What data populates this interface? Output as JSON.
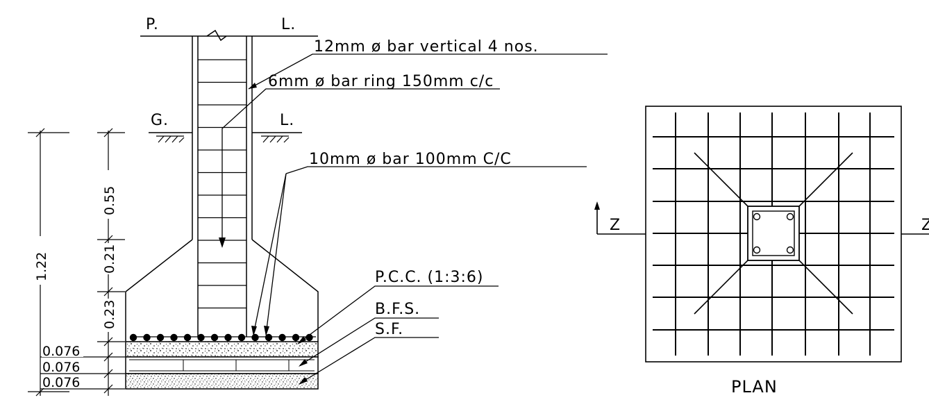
{
  "section": {
    "plinth_left": "P.",
    "plinth_right": "L.",
    "ground_left": "G.",
    "ground_right": "L."
  },
  "callouts": {
    "vertical_bars": "12mm ø bar vertical 4 nos.",
    "ring": "6mm ø bar ring 150mm c/c",
    "base_bars": "10mm ø bar 100mm C/C",
    "pcc": "P.C.C. (1:3:6)",
    "bfs": "B.F.S.",
    "sf": "S.F."
  },
  "dimensions": {
    "total_depth": "1.22",
    "col_below_gl": "0.55",
    "taper": "0.21",
    "base_step": "0.23",
    "layer_pcc": "0.076",
    "layer_bfs": "0.076",
    "layer_sf": "0.076"
  },
  "plan": {
    "title": "PLAN",
    "section_mark_left": "Z",
    "section_mark_right": "Z"
  }
}
